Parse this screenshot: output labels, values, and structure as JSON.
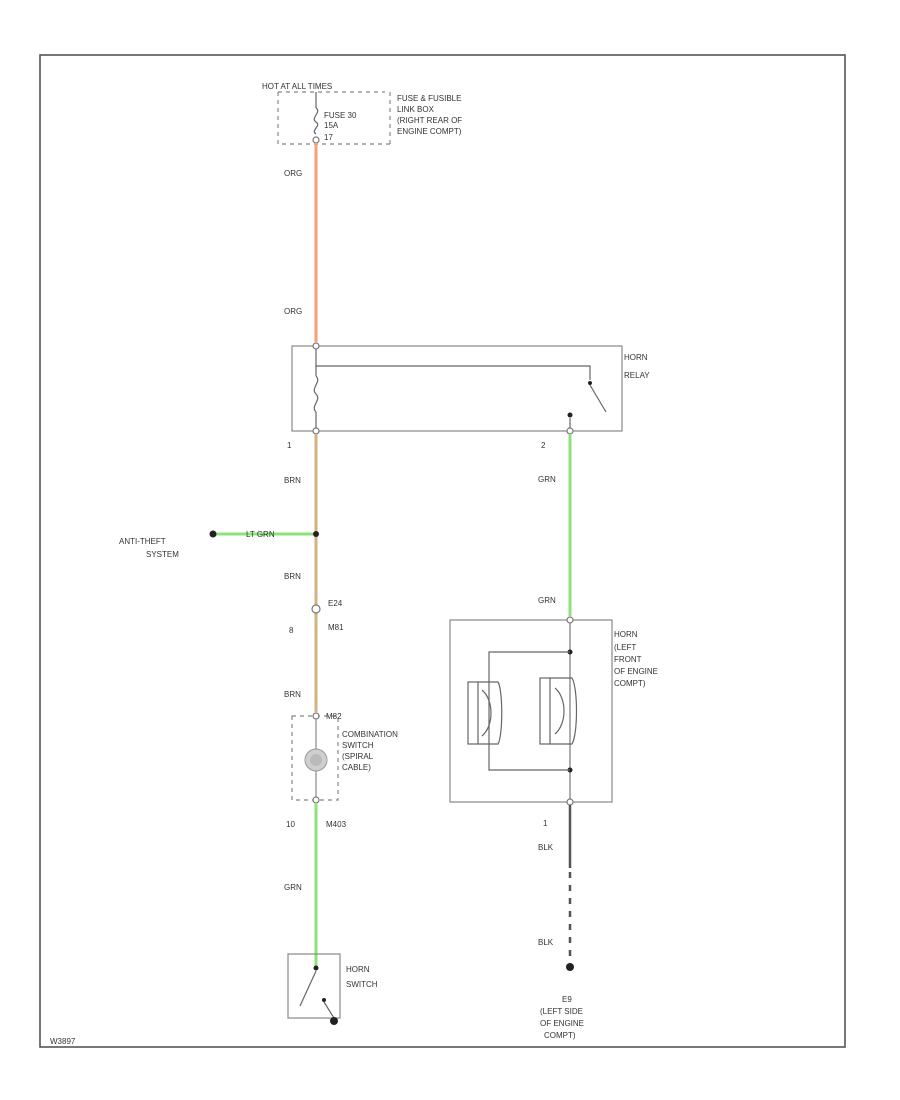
{
  "colors": {
    "orange_wire": "#f5a06e",
    "tan_wire": "#d2b282",
    "green_wire": "#8de37a",
    "black_wire": "#555555",
    "frame": "#555555"
  },
  "labels": {
    "hot_at_all_times": "HOT AT ALL TIMES",
    "fuse_block_l1": "FUSE & FUSIBLE",
    "fuse_block_l2": "LINK BOX",
    "fuse_block_l3": "(RIGHT REAR OF",
    "fuse_block_l4": "ENGINE COMPT)",
    "fuse_name": "FUSE 30",
    "fuse_amp": "15A",
    "fuse_pin": "17",
    "wire_top_1": "ORG",
    "wire_top_2": "ORG",
    "relay_l1": "HORN",
    "relay_l2": "RELAY",
    "relay_pin_1": "1",
    "relay_pin_2": "2",
    "wire_brn_1": "BRN",
    "wire_grn_right_1": "GRN",
    "lt_grn": "LT GRN",
    "anti_theft_l1": "ANTI-THEFT",
    "anti_theft_l2": "SYSTEM",
    "wire_brn_2": "BRN",
    "conn_e24": "E24",
    "conn_m81_top": "M81",
    "conn_pin_8": "8",
    "wire_grn_right_2": "GRN",
    "wire_brn_3": "BRN",
    "horn_l1": "HORN",
    "horn_l2": "(LEFT",
    "horn_l3": "FRONT",
    "horn_l4": "OF ENGINE",
    "horn_l5": "COMPT)",
    "conn_m82": "M82",
    "combo_l1": "COMBINATION",
    "combo_l2": "SWITCH",
    "combo_l3": "(SPIRAL",
    "combo_l4": "CABLE)",
    "conn_pin_10": "10",
    "conn_m403": "M403",
    "horn_pin_1": "1",
    "wire_blk_1": "BLK",
    "wire_grn_bottom": "GRN",
    "wire_blk_2": "BLK",
    "horn_switch_l1": "HORN",
    "horn_switch_l2": "SWITCH",
    "ground_name": "E9",
    "ground_l1": "(LEFT SIDE",
    "ground_l2": "OF ENGINE",
    "ground_l3": "COMPT)",
    "diagram_id": "W3897"
  }
}
